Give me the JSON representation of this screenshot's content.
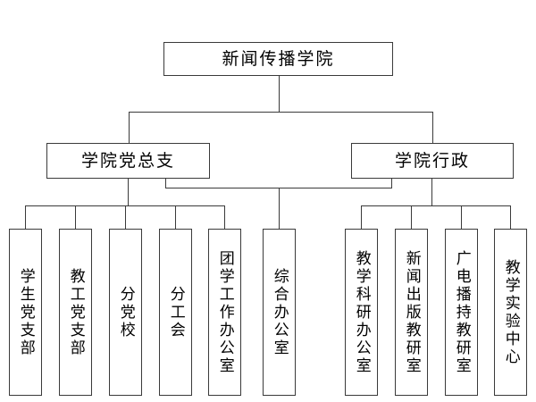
{
  "diagram": {
    "type": "organization-chart",
    "orientation": "top-down",
    "line_color": "#3a3a3a",
    "background_color": "#ffffff",
    "text_color": "#000000",
    "root": {
      "label": "新闻传播学院"
    },
    "level2": [
      {
        "label": "学院党总支"
      },
      {
        "label": "学院行政"
      }
    ],
    "party_branch_children": [
      {
        "label": "学生党支部"
      },
      {
        "label": "教工党支部"
      },
      {
        "label": "分党校"
      },
      {
        "label": "分工会"
      },
      {
        "label": "团学工作办公室"
      }
    ],
    "shared_children": [
      {
        "label": "综合办公室"
      }
    ],
    "administration_children": [
      {
        "label": "教学科研办公室"
      },
      {
        "label": "新闻出版教研室"
      },
      {
        "label": "广电播持教研室"
      },
      {
        "label": "教学实验中心"
      }
    ]
  }
}
